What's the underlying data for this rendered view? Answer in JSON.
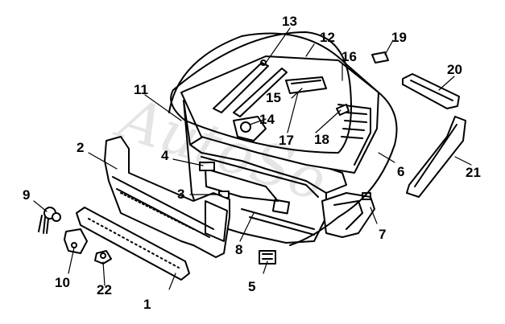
{
  "diagram": {
    "callouts": [
      "1",
      "2",
      "3",
      "4",
      "5",
      "6",
      "7",
      "8",
      "9",
      "10",
      "12",
      "13",
      "14",
      "15",
      "16",
      "17",
      "18",
      "19",
      "20",
      "21",
      "22",
      "11"
    ],
    "watermark": "AutoSo"
  }
}
